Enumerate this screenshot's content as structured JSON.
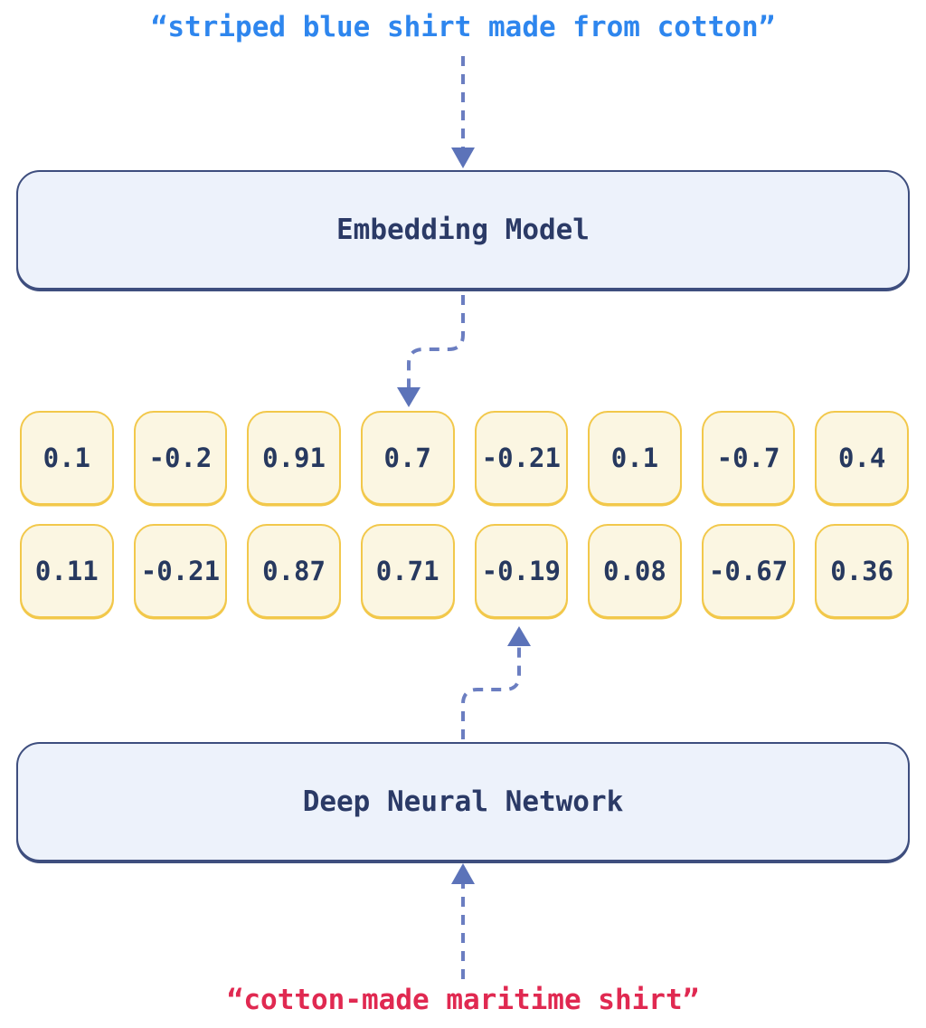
{
  "diagram": {
    "query_text": "“striped blue shirt made from cotton”",
    "document_text": "“cotton-made maritime shirt”",
    "embedding_model_label": "Embedding Model",
    "dnn_label": "Deep Neural Network",
    "vector_row_1": [
      "0.1",
      "-0.2",
      "0.91",
      "0.7",
      "-0.21",
      "0.1",
      "-0.7",
      "0.4"
    ],
    "vector_row_2": [
      "0.11",
      "-0.21",
      "0.87",
      "0.71",
      "-0.19",
      "0.08",
      "-0.67",
      "0.36"
    ],
    "arrows": [
      "query-to-embedding-model",
      "embedding-model-to-vector-row-1",
      "deep-neural-network-to-vector-row-2",
      "document-to-deep-neural-network"
    ],
    "colors": {
      "query_text": "#2E86EE",
      "document_text": "#E02951",
      "model_box_fill": "#EDF2FB",
      "model_box_border": "#3E4E7E",
      "model_box_text": "#2B3A66",
      "vector_cell_fill": "#FBF6E2",
      "vector_cell_border": "#F2C84B",
      "vector_cell_text": "#27395F",
      "arrow_dash": "#6B7EC1",
      "arrow_head": "#5C73B9",
      "background": "#FFFFFF"
    }
  }
}
